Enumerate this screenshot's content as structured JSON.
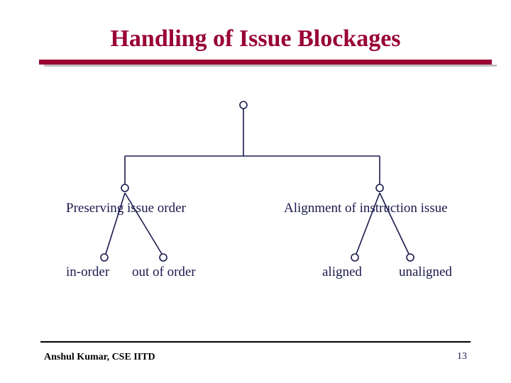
{
  "slide": {
    "title": "Handling of Issue Blockages",
    "accent_color": "#990033",
    "text_color": "#1a1a4e",
    "diagram": {
      "nodes": [
        {
          "id": "root",
          "label": ""
        },
        {
          "id": "preserving",
          "label": "Preserving issue order"
        },
        {
          "id": "alignment",
          "label": "Alignment of instruction  issue"
        },
        {
          "id": "inorder",
          "label": "in-order"
        },
        {
          "id": "outoforder",
          "label": "out of order"
        },
        {
          "id": "aligned",
          "label": "aligned"
        },
        {
          "id": "unaligned",
          "label": "unaligned"
        }
      ]
    },
    "footer": {
      "author": "Anshul Kumar, CSE IITD",
      "page_number": "13"
    }
  }
}
